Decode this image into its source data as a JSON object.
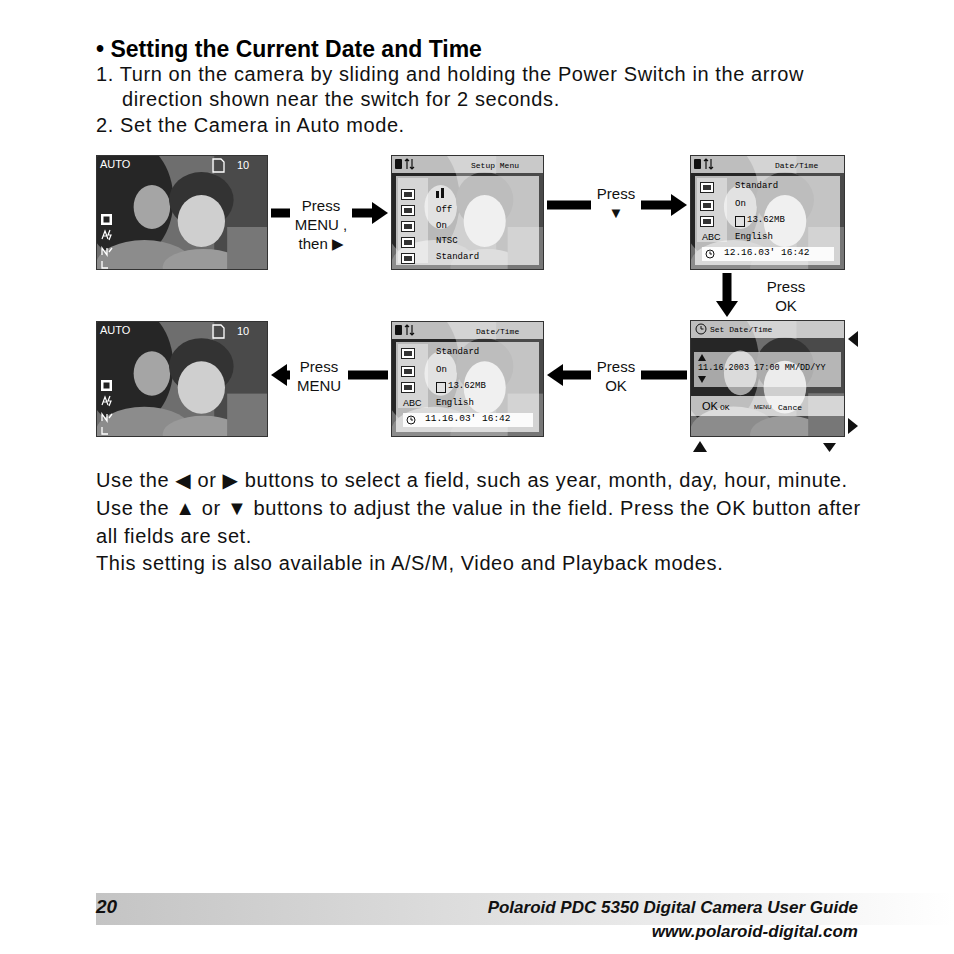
{
  "diagram": {
    "title": "• Setting the Current Date and Time",
    "nodes": [
      {
        "text": [
          "AUTO",
          "10"
        ]
      },
      {
        "text": [
          "Setup Menu",
          "Off",
          "On",
          "NTSC",
          "Standard"
        ]
      },
      {
        "text": [
          "Date/Time",
          "Standard",
          "On",
          "13.62MB",
          "ABC",
          "English",
          "12.16.03' 16:42"
        ]
      },
      {
        "text": [
          "Set Date/Time",
          "11.16.2003 17:00 MM/DD/YY",
          "OK",
          "OK",
          "MENU",
          "Cance"
        ]
      },
      {
        "text": [
          "Date/Time",
          "Standard",
          "On",
          "13.62MB",
          "ABC",
          "English",
          "11.16.03' 16:42"
        ]
      },
      {
        "text": [
          "AUTO",
          "10"
        ]
      }
    ],
    "edges": [
      {
        "from": 0,
        "to": 1,
        "arrow": "to",
        "label": "Press MENU , then ▶"
      },
      {
        "from": 1,
        "to": 2,
        "arrow": "to",
        "label": "Press ▼"
      },
      {
        "from": 2,
        "to": 3,
        "arrow": "to",
        "label": "Press OK"
      },
      {
        "from": 3,
        "to": 4,
        "arrow": "to",
        "label": "Press OK"
      },
      {
        "from": 4,
        "to": 5,
        "arrow": "to",
        "label": "Press MENU"
      }
    ],
    "labels": [
      "1. Turn on the camera by sliding and holding the Power Switch in the arrow direction shown near the switch for 2 seconds.",
      "2. Set the Camera in Auto mode.",
      "Use the ◀ or ▶ buttons to select a field, such as year, month, day, hour, minute. Use the ▲ or ▼ buttons to adjust the value in the field. Press the OK button after all fields are set.",
      "This setting is also available in A/S/M, Video and Playback modes.",
      "20",
      "Polaroid PDC 5350 Digital Camera User Guide",
      "www.polaroid-digital.com"
    ]
  }
}
